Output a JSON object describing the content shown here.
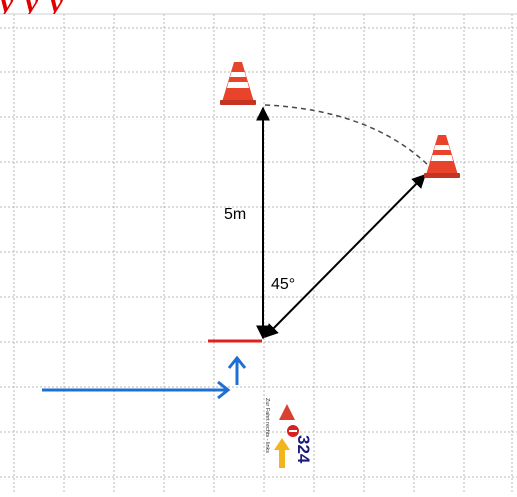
{
  "header": {
    "title_partial": "y   y   y"
  },
  "diagram": {
    "distance_label": "5m",
    "angle_label": "45°",
    "sign_number": "324",
    "sign_caption": "Zur Fahrt rechts - links",
    "colors": {
      "grid": "#b8b8b8",
      "cone_orange": "#e8432b",
      "cone_stripe": "#ffffff",
      "arrow": "#000000",
      "dashed_arc": "#4a4a4a",
      "approach_arrow": "#1f6fd1",
      "stop_line": "#e0201f",
      "sign_number": "#1a1a7a",
      "sign_triangle": "#d94030",
      "sign_arrow": "#f2b61c"
    }
  }
}
